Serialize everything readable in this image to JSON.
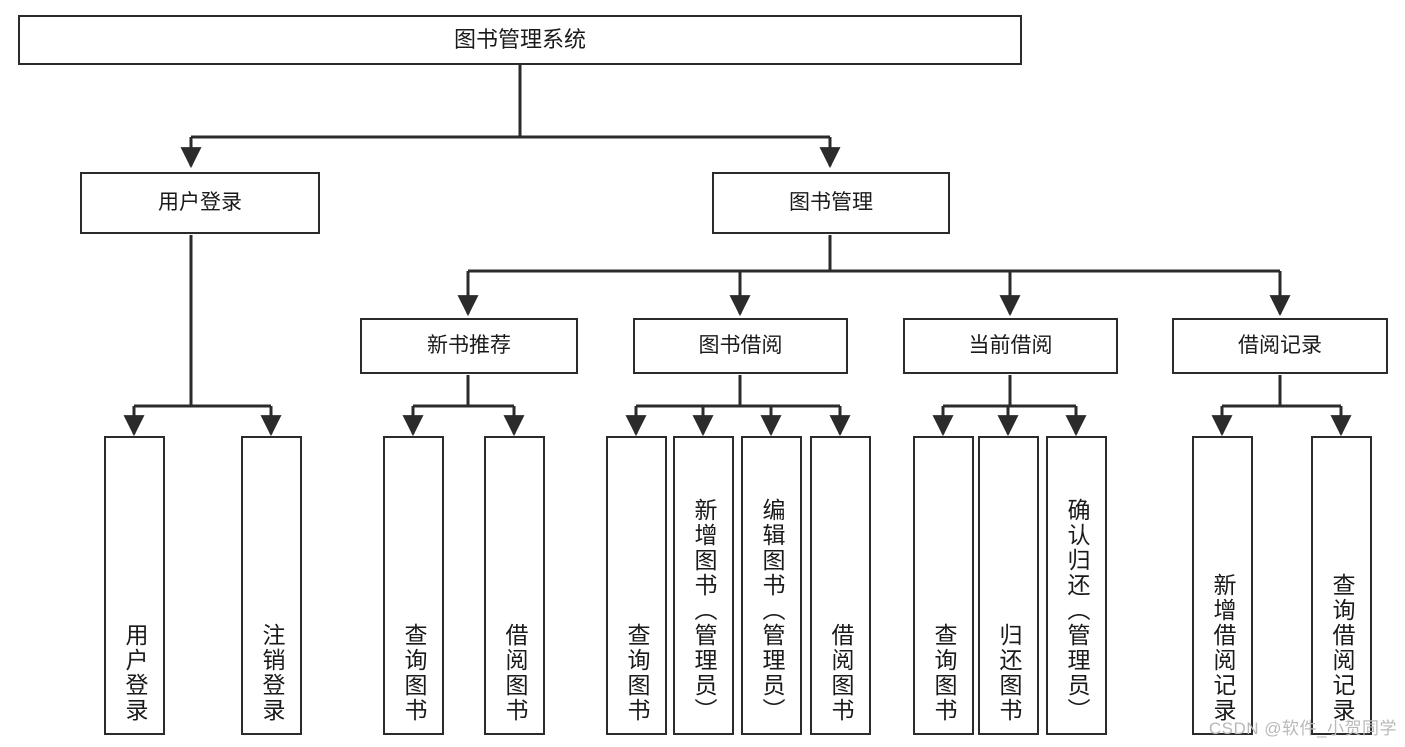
{
  "diagram": {
    "type": "tree",
    "title": "图书管理系统",
    "orientation": "top-down",
    "colors": {
      "box_border": "#2b2b2b",
      "box_fill": "#ffffff",
      "edge": "#2b2b2b",
      "text": "#1a1a1a",
      "watermark": "#b9b9b9",
      "background": "#ffffff"
    }
  },
  "watermark": {
    "text": "CSDN @软件_小贺同学"
  },
  "nodes": {
    "root": {
      "label": "图书管理系统"
    },
    "level1": [
      {
        "id": "user-login",
        "label": "用户登录"
      },
      {
        "id": "book-manage",
        "label": "图书管理"
      }
    ],
    "level2": [
      {
        "id": "new-book-recommend",
        "label": "新书推荐",
        "parent": "book-manage"
      },
      {
        "id": "book-borrow",
        "label": "图书借阅",
        "parent": "book-manage"
      },
      {
        "id": "current-borrow",
        "label": "当前借阅",
        "parent": "book-manage"
      },
      {
        "id": "borrow-record",
        "label": "借阅记录",
        "parent": "book-manage"
      }
    ],
    "leaves": [
      {
        "id": "leaf-user-login",
        "label": "用户登录",
        "parent": "user-login"
      },
      {
        "id": "leaf-user-logout",
        "label": "注销登录",
        "parent": "user-login"
      },
      {
        "id": "leaf-query-book-1",
        "label": "查询图书",
        "parent": "new-book-recommend"
      },
      {
        "id": "leaf-borrow-book-1",
        "label": "借阅图书",
        "parent": "new-book-recommend"
      },
      {
        "id": "leaf-query-book-2",
        "label": "查询图书",
        "parent": "book-borrow"
      },
      {
        "id": "leaf-add-book",
        "label": "新增图书（管理员）",
        "parent": "book-borrow"
      },
      {
        "id": "leaf-edit-book",
        "label": "编辑图书（管理员）",
        "parent": "book-borrow"
      },
      {
        "id": "leaf-borrow-book-2",
        "label": "借阅图书",
        "parent": "book-borrow"
      },
      {
        "id": "leaf-query-book-3",
        "label": "查询图书",
        "parent": "current-borrow"
      },
      {
        "id": "leaf-return-book",
        "label": "归还图书",
        "parent": "current-borrow"
      },
      {
        "id": "leaf-confirm-return",
        "label": "确认归还（管理员）",
        "parent": "current-borrow"
      },
      {
        "id": "leaf-add-record",
        "label": "新增借阅记录",
        "parent": "borrow-record"
      },
      {
        "id": "leaf-query-record",
        "label": "查询借阅记录",
        "parent": "borrow-record"
      }
    ]
  }
}
